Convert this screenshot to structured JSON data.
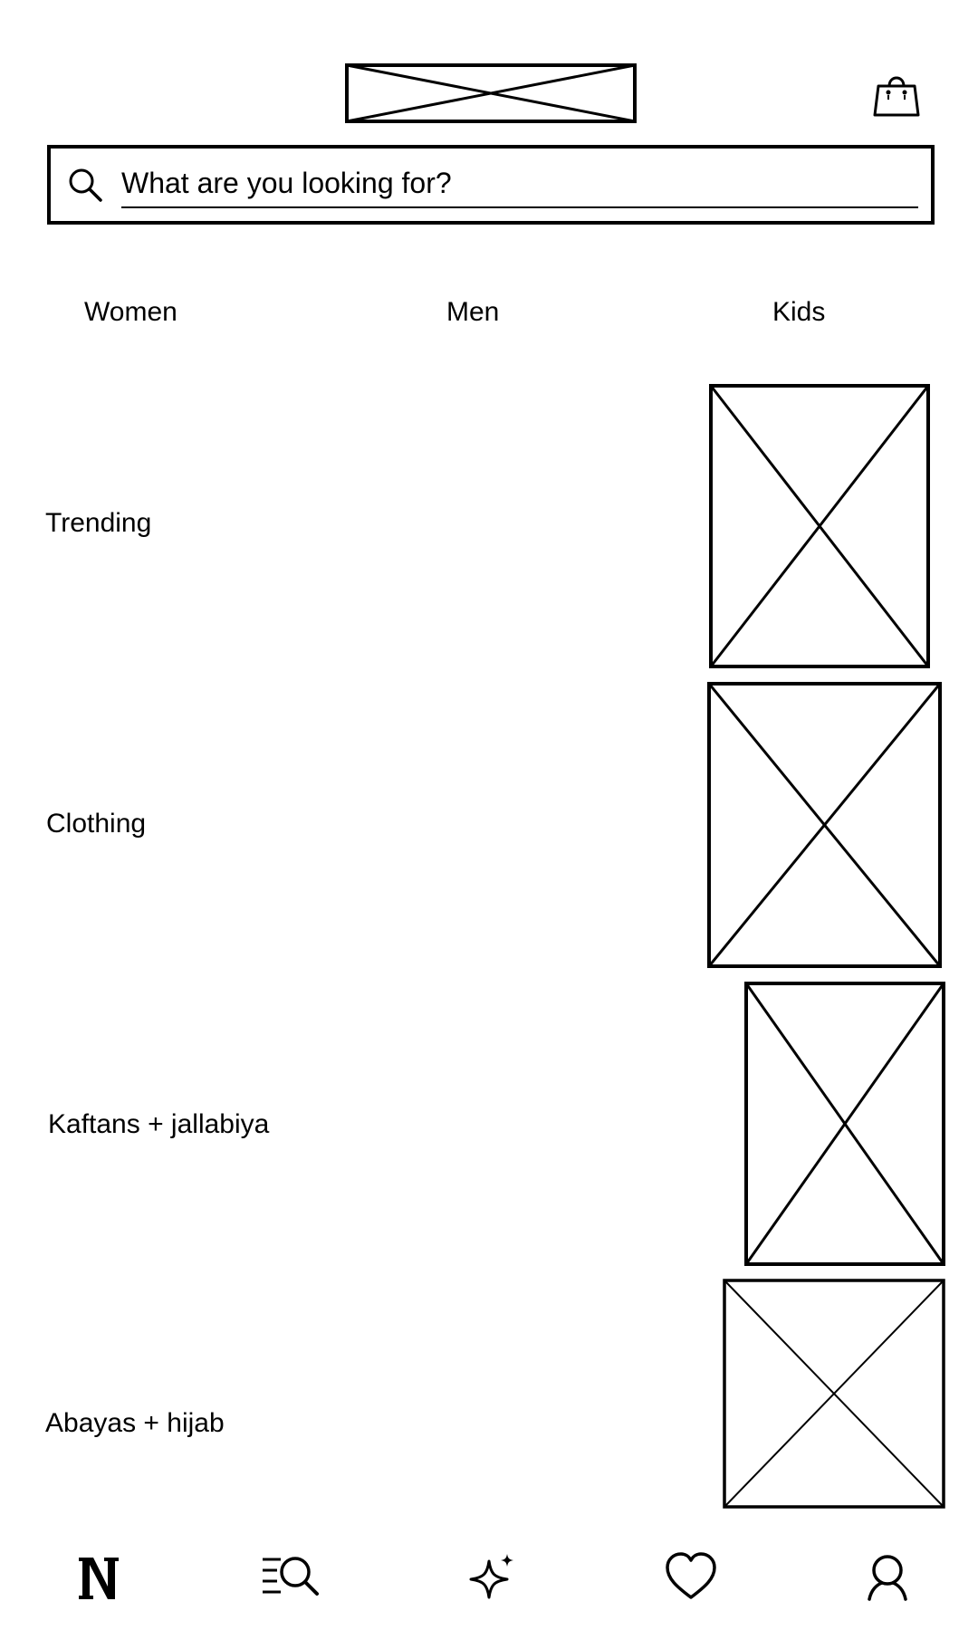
{
  "search": {
    "placeholder": "What are you looking for?"
  },
  "tabs": [
    {
      "label": "Women"
    },
    {
      "label": "Men"
    },
    {
      "label": "Kids"
    }
  ],
  "categories": [
    {
      "label": "Trending",
      "image": "image-placeholder"
    },
    {
      "label": "Clothing",
      "image": "image-placeholder"
    },
    {
      "label": "Kaftans + jallabiya",
      "image": "image-placeholder"
    },
    {
      "label": "Abayas + hijab",
      "image": "image-placeholder"
    }
  ],
  "header": {
    "logo": "logo-placeholder",
    "bag_icon": "shopping-bag-icon"
  },
  "bottom_nav": [
    {
      "icon": "brand-n-icon"
    },
    {
      "icon": "list-search-icon"
    },
    {
      "icon": "sparkle-icon"
    },
    {
      "icon": "heart-icon"
    },
    {
      "icon": "profile-icon"
    }
  ]
}
